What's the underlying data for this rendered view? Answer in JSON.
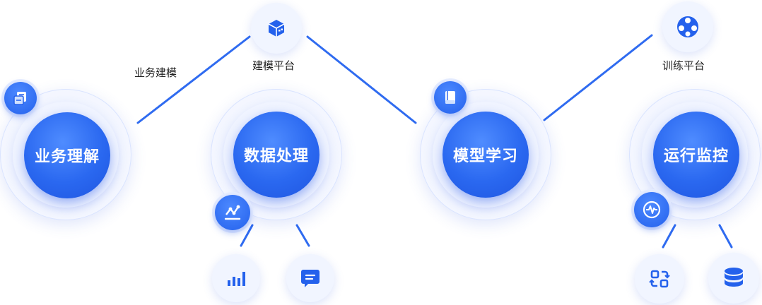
{
  "nodes": {
    "business": "业务理解",
    "data": "数据处理",
    "model": "模型学习",
    "ops": "运行监控"
  },
  "labels": {
    "business_modeling": "业务建模",
    "modeling_platform": "建模平台",
    "training_platform": "训练平台"
  },
  "icons": {
    "business_badge": "document-stack-icon",
    "data_badge": "line-chart-icon",
    "model_badge": "book-icon",
    "ops_badge": "pulse-monitor-icon",
    "modeling_platform": "cube-icon",
    "training_platform": "network-icon",
    "data_child_1": "bar-chart-icon",
    "data_child_2": "message-icon",
    "ops_child_1": "sync-icon",
    "ops_child_2": "database-icon"
  },
  "colors": {
    "primary": "#2a68f0",
    "line": "#2f6bf0"
  }
}
